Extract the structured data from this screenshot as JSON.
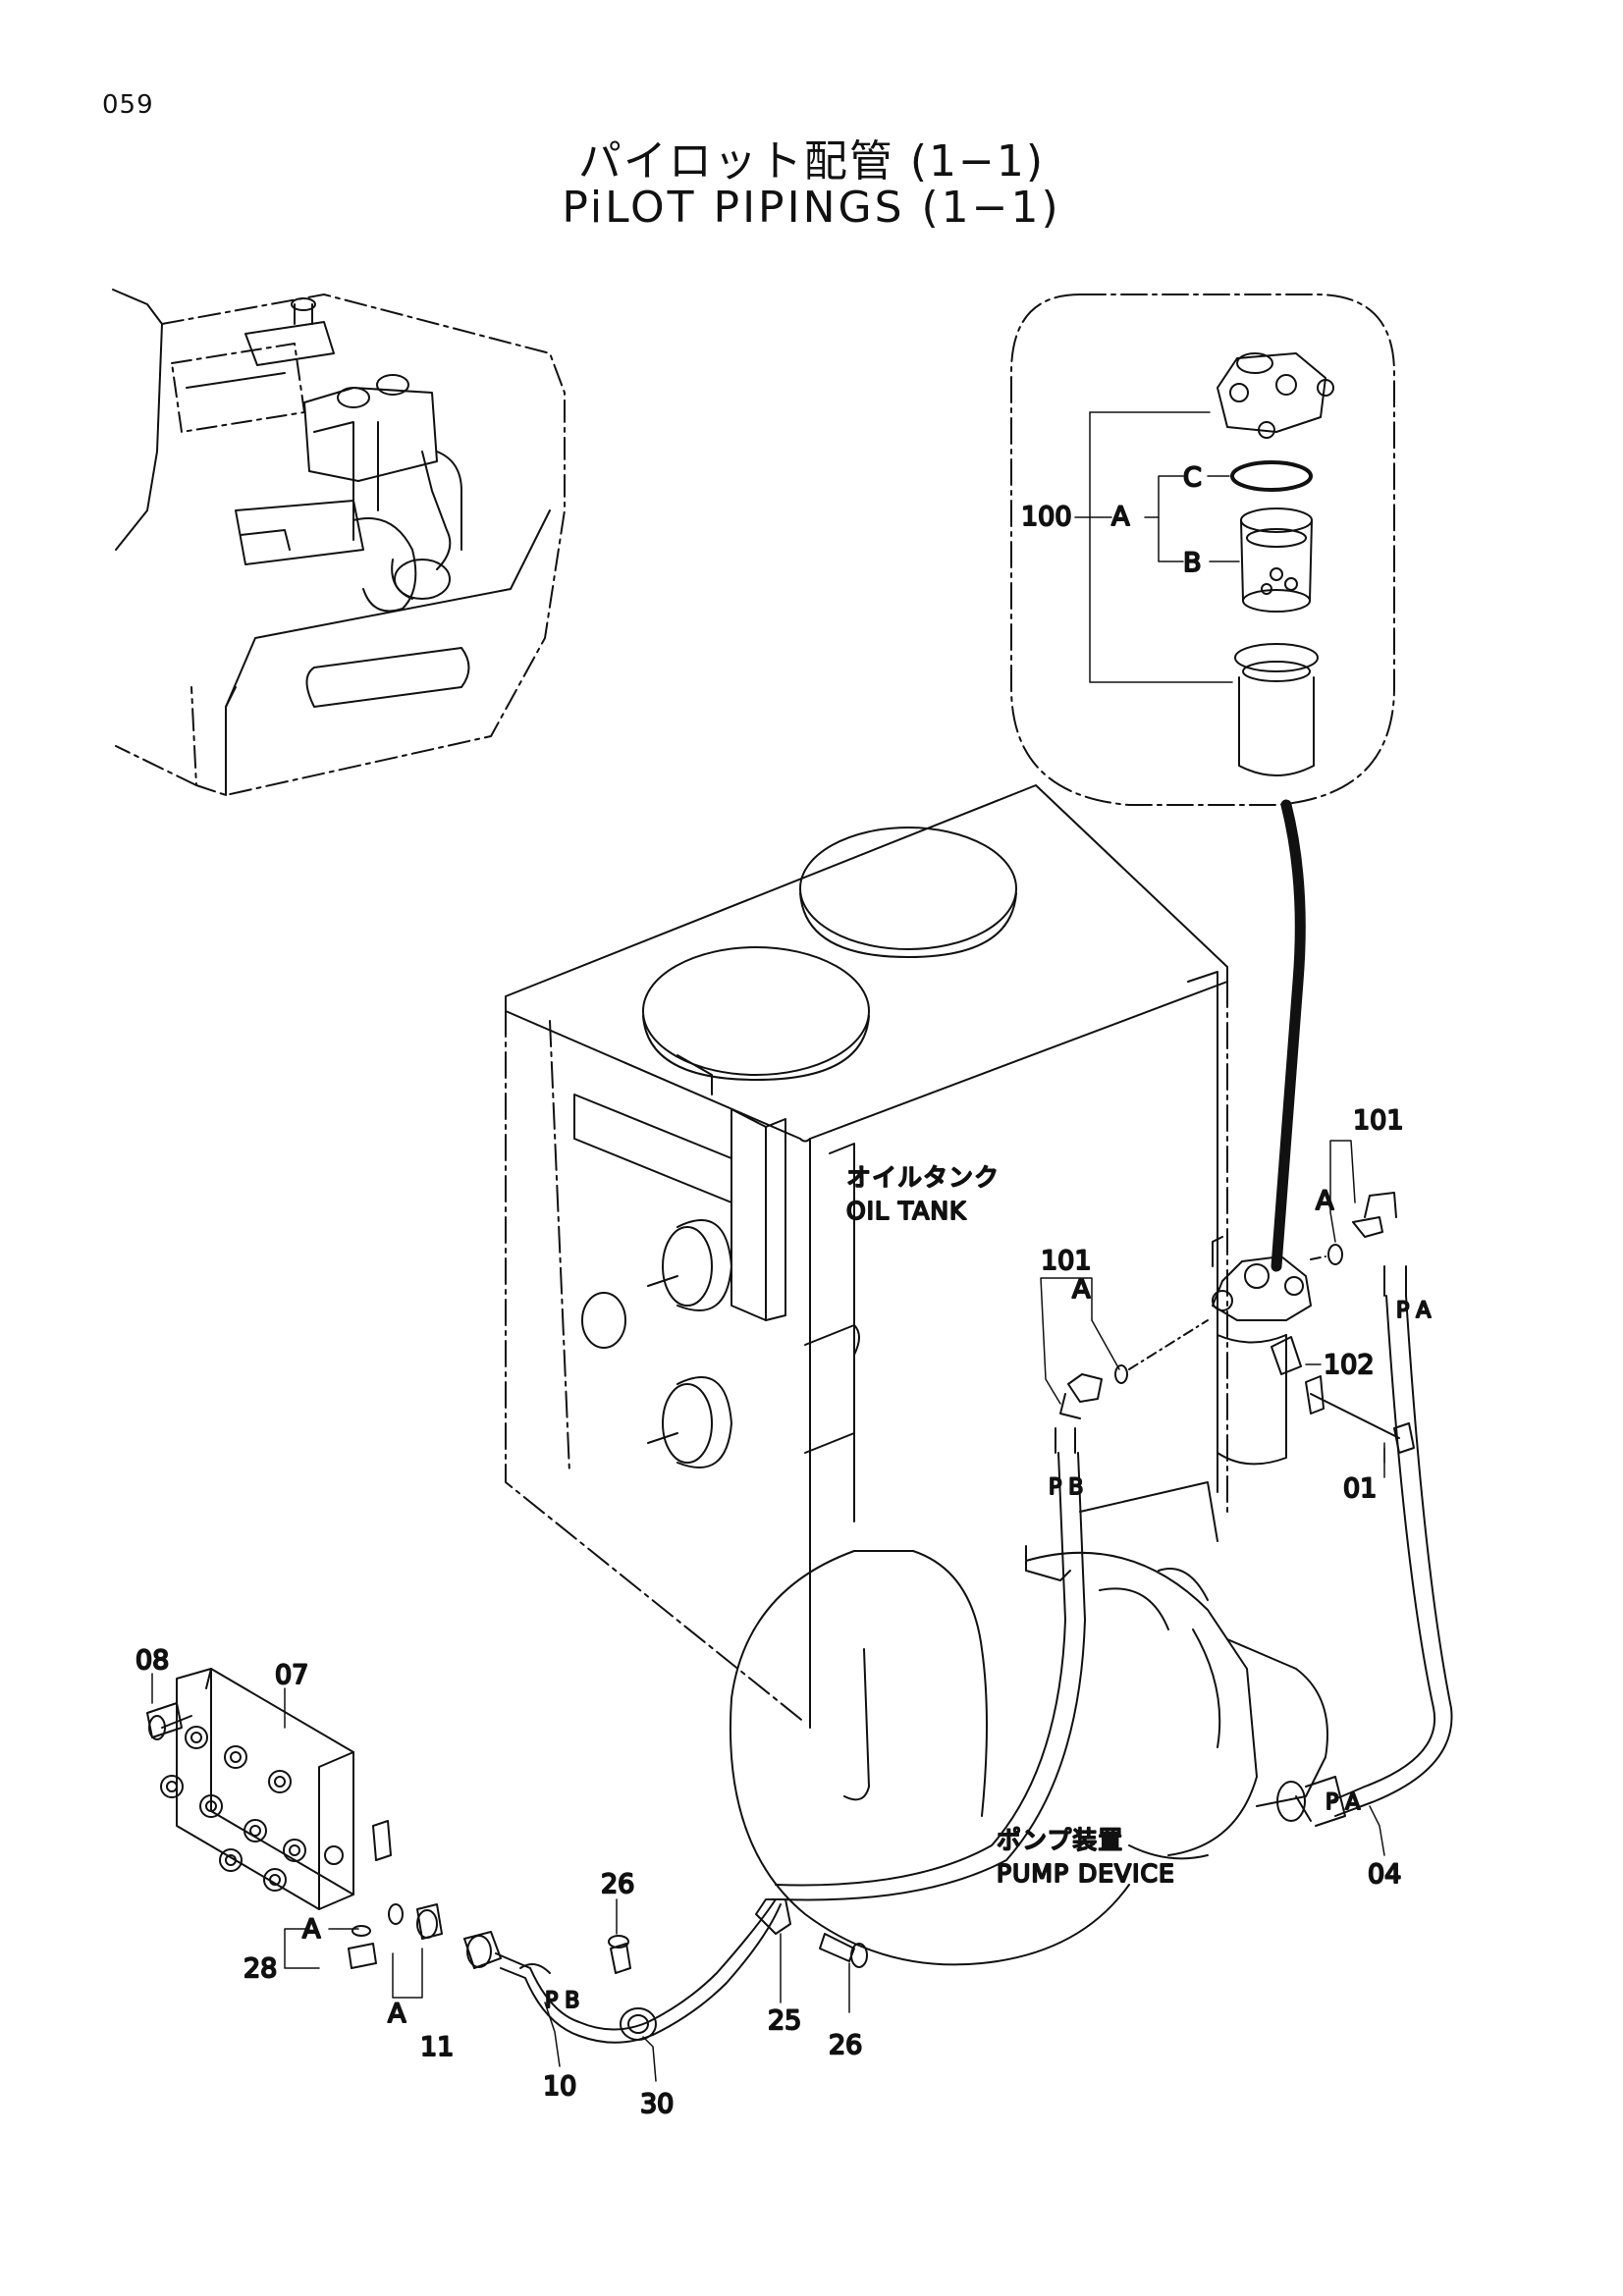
{
  "page_number": "059",
  "title": {
    "japanese": "パイロット配管 (1−1)",
    "english": "PiLOT PIPINGS (1−1)"
  },
  "components": {
    "oil_tank_jp": "オイルタンク",
    "oil_tank_en": "OIL TANK",
    "pump_device_jp": "ポンプ装置",
    "pump_device_en": "PUMP DEVICE"
  },
  "callouts": {
    "p01": "01",
    "p04": "04",
    "p07": "07",
    "p08": "08",
    "p10": "10",
    "p11": "11",
    "p25": "25",
    "p26a": "26",
    "p26b": "26",
    "p28": "28",
    "p30": "30",
    "p100": "100",
    "p101a": "101",
    "p101b": "101",
    "p102": "102"
  },
  "sub_labels": {
    "a_filter": "A",
    "b_filter": "B",
    "c_filter": "C",
    "a_101_top": "A",
    "a_101_mid": "A",
    "a_28": "A",
    "a_11": "A"
  },
  "port_marks": {
    "pa_upper": "P A",
    "pa_lower": "P A",
    "pb_upper": "P B",
    "pb_lower": "P B"
  }
}
